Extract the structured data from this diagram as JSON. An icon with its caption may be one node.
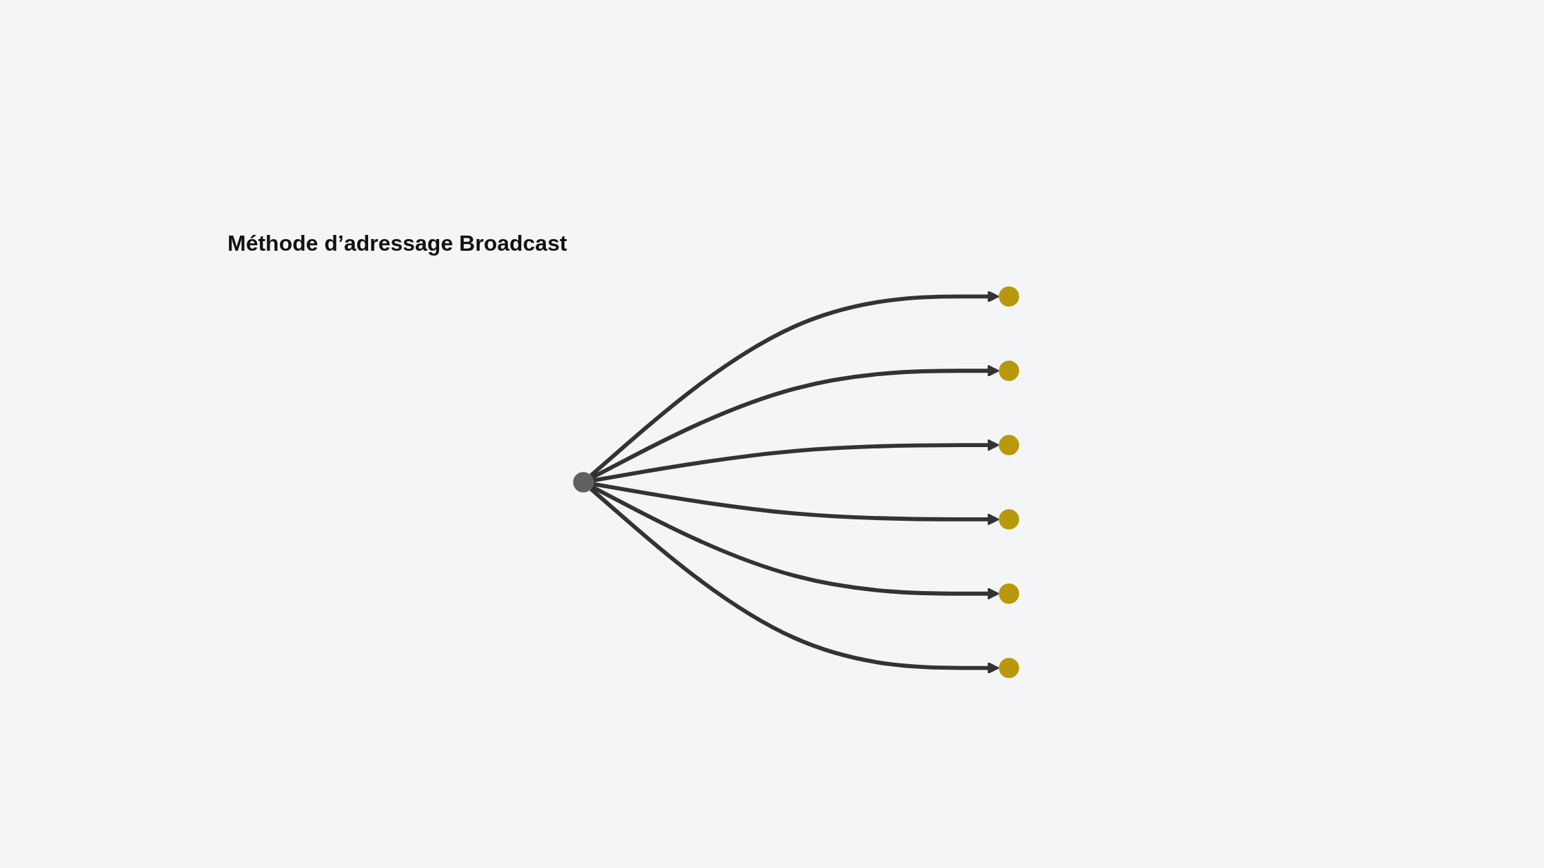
{
  "diagram": {
    "title": "Méthode d’adressage Broadcast",
    "nodes": [
      {
        "text": [],
        "shape": "circle"
      },
      {
        "text": [],
        "shape": "circle"
      },
      {
        "text": [],
        "shape": "circle"
      },
      {
        "text": [],
        "shape": "circle"
      },
      {
        "text": [],
        "shape": "circle"
      },
      {
        "text": [],
        "shape": "circle"
      },
      {
        "text": [],
        "shape": "circle"
      }
    ],
    "edges": [
      {
        "from": 0,
        "to": 1,
        "arrow": "to"
      },
      {
        "from": 0,
        "to": 2,
        "arrow": "to"
      },
      {
        "from": 0,
        "to": 3,
        "arrow": "to"
      },
      {
        "from": 0,
        "to": 4,
        "arrow": "to"
      },
      {
        "from": 0,
        "to": 5,
        "arrow": "to"
      },
      {
        "from": 0,
        "to": 6,
        "arrow": "to"
      }
    ]
  }
}
